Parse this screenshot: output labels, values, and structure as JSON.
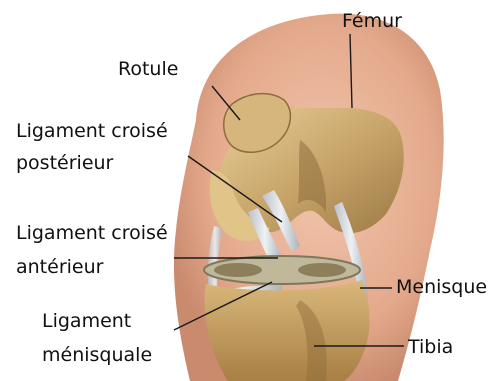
{
  "labels": {
    "femur": "Fémur",
    "rotule": "Rotule",
    "lcp_line1": "Ligament croisé",
    "lcp_line2": "postérieur",
    "lca_line1": "Ligament croisé",
    "lca_line2": "antérieur",
    "menisque": "Menisque",
    "lm_line1": "Ligament",
    "lm_line2": "ménisquale",
    "tibia": "Tibia"
  },
  "colors": {
    "skin": "#e8b59a",
    "bone": "#c9a66b",
    "ligament": "#d8dde2",
    "meniscus": "#bfb89a",
    "leader": "#1a1a1a"
  }
}
